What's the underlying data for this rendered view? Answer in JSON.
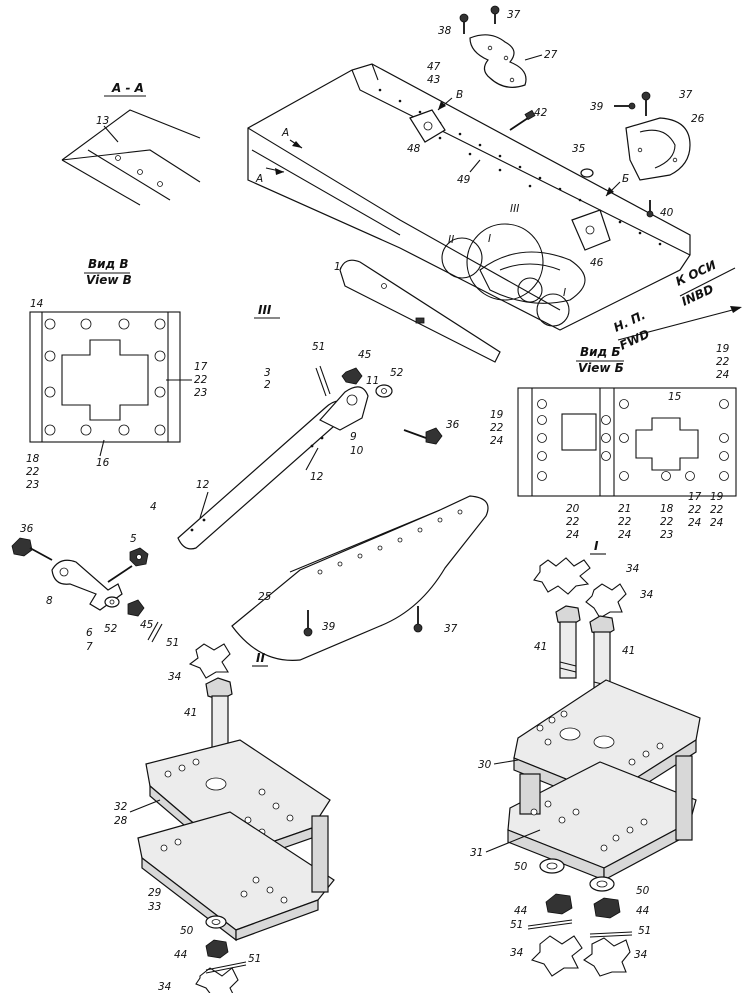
{
  "section_AA": "A - A",
  "view_B": {
    "ru": "Вид В",
    "en": "View B"
  },
  "view_V": {
    "ru": "Вид Б",
    "en": "View Б"
  },
  "detail_III": "III",
  "detail_II": "II",
  "detail_I": "I",
  "inbd_ru": "К ОСИ",
  "inbd_en": "INBD",
  "fwd_ru": "Н. П.",
  "fwd_en": "FWD",
  "arrow_A": "A",
  "arrow_V": "Б",
  "arrow_B": "В",
  "roman_circle_I": "I",
  "roman_circle_II": "II",
  "roman_circle_III": "III",
  "part_numbers": {
    "p1": "1",
    "p2": "2",
    "p3": "3",
    "p4": "4",
    "p5": "5",
    "p6": "6",
    "p7": "7",
    "p8": "8",
    "p9": "9",
    "p10": "10",
    "p11": "11",
    "p12": "12",
    "p13": "13",
    "p14": "14",
    "p15": "15",
    "p16": "16",
    "p17": "17",
    "p18": "18",
    "p19": "19",
    "p20": "20",
    "p21": "21",
    "p22": "22",
    "p23": "23",
    "p24": "24",
    "p25": "25",
    "p26": "26",
    "p27": "27",
    "p28": "28",
    "p29": "29",
    "p30": "30",
    "p31": "31",
    "p32": "32",
    "p33": "33",
    "p34": "34",
    "p35": "35",
    "p36": "36",
    "p37": "37",
    "p38": "38",
    "p39": "39",
    "p40": "40",
    "p41": "41",
    "p42": "42",
    "p43": "43",
    "p44": "44",
    "p45": "45",
    "p46": "46",
    "p47": "47",
    "p48": "48",
    "p49": "49",
    "p50": "50",
    "p51": "51",
    "p52": "52"
  }
}
